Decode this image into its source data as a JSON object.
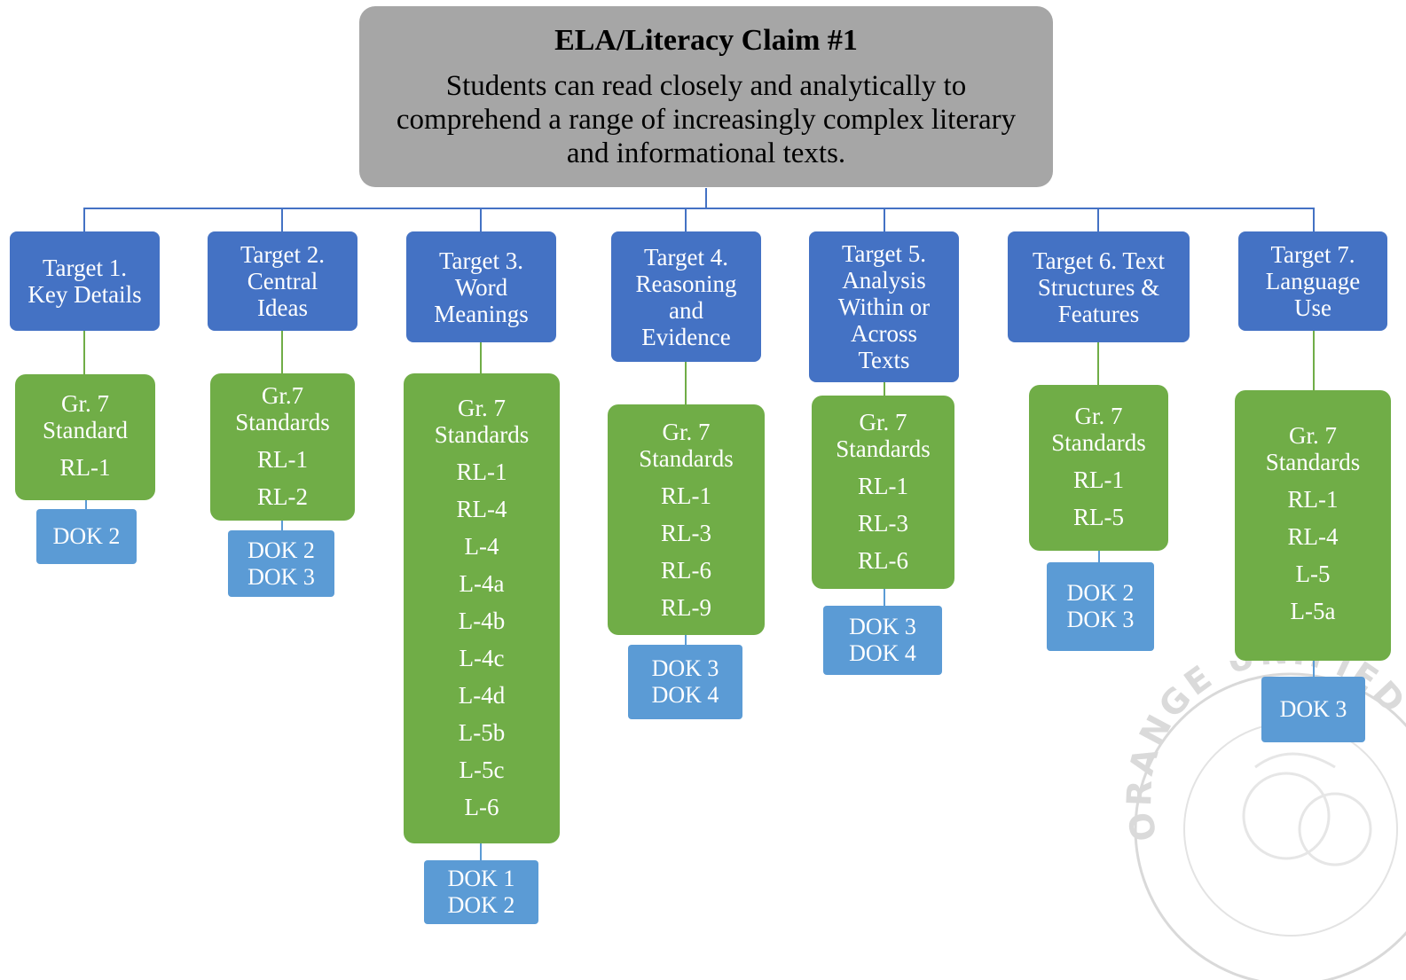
{
  "claim": {
    "title": "ELA/Literacy Claim #1",
    "text": "Students can read closely and analytically to comprehend a range of increasingly complex literary and informational texts."
  },
  "targets": [
    {
      "label": "Target 1. Key Details",
      "standards_heading": "Gr. 7 Standard",
      "standards": [
        "RL-1"
      ],
      "dok": "DOK 2"
    },
    {
      "label": "Target 2. Central Ideas",
      "standards_heading": "Gr.7 Standards",
      "standards": [
        "RL-1",
        "RL-2"
      ],
      "dok": "DOK 2 DOK 3"
    },
    {
      "label": "Target 3. Word Meanings",
      "standards_heading": "Gr. 7 Standards",
      "standards": [
        "RL-1",
        "RL-4",
        "L-4",
        "L-4a",
        "L-4b",
        "L-4c",
        "L-4d",
        "L-5b",
        "L-5c",
        "L-6"
      ],
      "dok": "DOK 1 DOK 2"
    },
    {
      "label": "Target 4. Reasoning and Evidence",
      "standards_heading": "Gr. 7 Standards",
      "standards": [
        "RL-1",
        "RL-3",
        "RL-6",
        "RL-9"
      ],
      "dok": "DOK 3 DOK 4"
    },
    {
      "label": "Target 5. Analysis Within or Across Texts",
      "standards_heading": "Gr. 7 Standards",
      "standards": [
        "RL-1",
        "RL-3",
        "RL-6"
      ],
      "dok": "DOK 3 DOK 4"
    },
    {
      "label": "Target 6. Text Structures & Features",
      "standards_heading": "Gr. 7 Standards",
      "standards": [
        "RL-1",
        "RL-5"
      ],
      "dok": "DOK 2 DOK 3"
    },
    {
      "label": "Target 7. Language Use",
      "standards_heading": "Gr. 7 Standards",
      "standards": [
        "RL-1",
        "RL-4",
        "L-5",
        "L-5a"
      ],
      "dok": "DOK 3"
    }
  ],
  "watermark": {
    "text": "ORANGE UNIFIED SCHOOL DISTRICT"
  },
  "colors": {
    "claim": "#a6a6a6",
    "target": "#4472c4",
    "standards": "#70ad47",
    "dok": "#5b9bd5"
  }
}
